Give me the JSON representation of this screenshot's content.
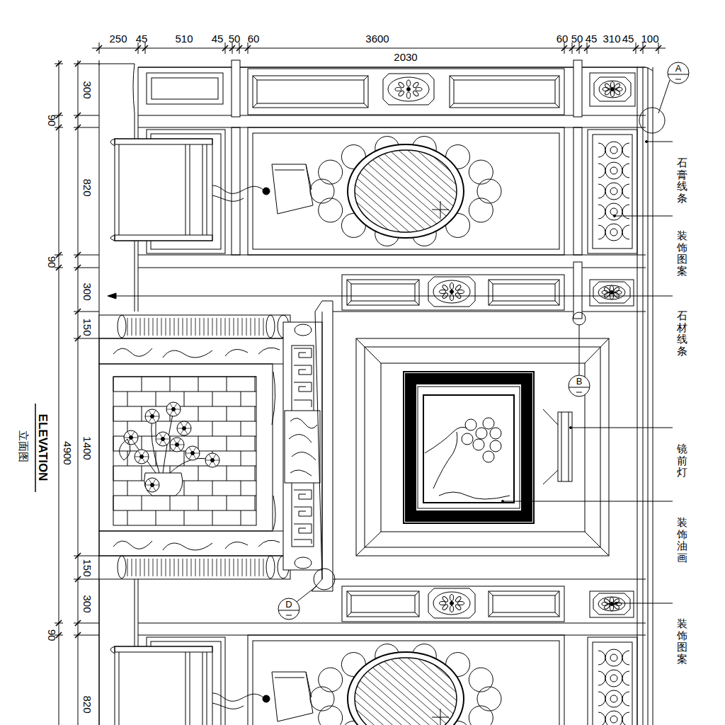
{
  "diagram": {
    "title": "ELEVATION",
    "labels": [
      "250",
      "45",
      "510",
      "45",
      "50",
      "60",
      "3600",
      "60",
      "50",
      "45",
      "310",
      "45",
      "100",
      "2030",
      "300",
      "90",
      "820",
      "90",
      "300",
      "150",
      "1400",
      "4900",
      "150",
      "300",
      "90",
      "820",
      "立面图",
      "A",
      "石膏线条",
      "装饰图案",
      "石材线条",
      "B",
      "镜前灯",
      "装饰油画",
      "D",
      "装饰图案"
    ]
  }
}
